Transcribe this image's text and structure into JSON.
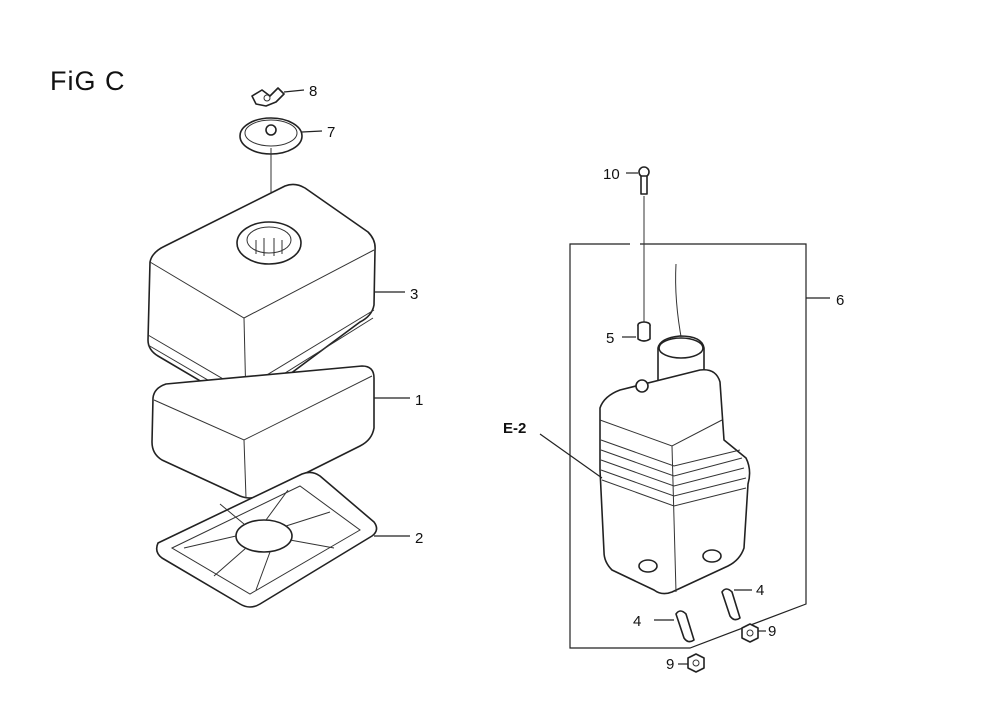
{
  "figure": {
    "title": "FiG C"
  },
  "callouts": {
    "c1": "1",
    "c2": "2",
    "c3": "3",
    "c4a": "4",
    "c4b": "4",
    "c5": "5",
    "c6": "6",
    "c7": "7",
    "c8": "8",
    "c9a": "9",
    "c9b": "9",
    "c10": "10",
    "e2": "E-2"
  }
}
